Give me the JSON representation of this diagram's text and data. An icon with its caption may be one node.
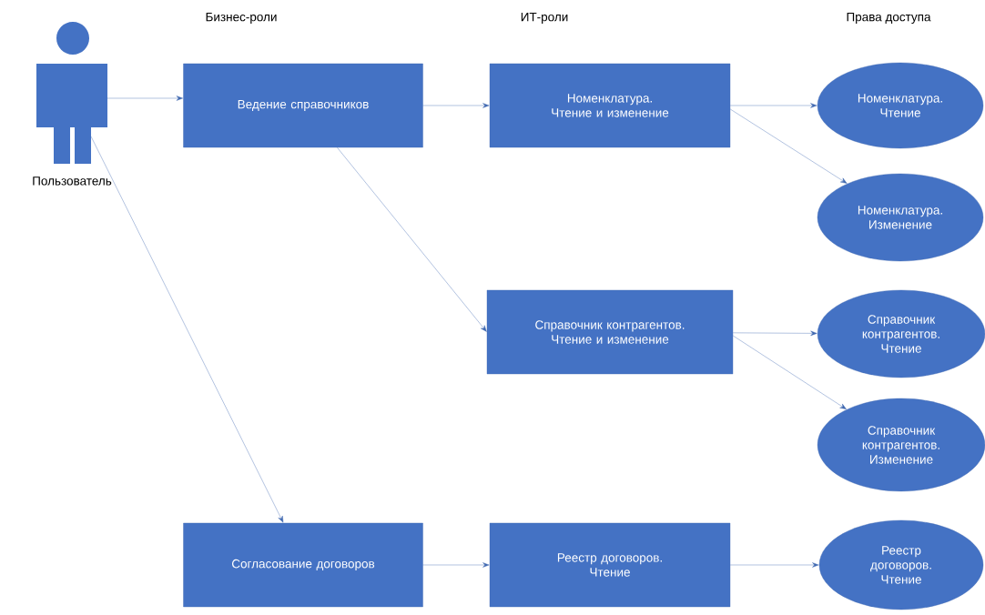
{
  "diagram": {
    "nodes": [
      {
        "text": [
          "Пользователь"
        ]
      },
      {
        "text": [
          "Ведение справочников"
        ]
      },
      {
        "text": [
          "Согласование договоров"
        ]
      },
      {
        "text": [
          "Номенклатура. Чтение и изменение"
        ]
      },
      {
        "text": [
          "Справочник контрагентов. Чтение и изменение"
        ]
      },
      {
        "text": [
          "Реестр договоров. Чтение"
        ]
      },
      {
        "text": [
          "Номенклатура. Чтение"
        ]
      },
      {
        "text": [
          "Номенклатура. Изменение"
        ]
      },
      {
        "text": [
          "Справочник контрагентов. Чтение"
        ]
      },
      {
        "text": [
          "Справочник контрагентов. Изменение"
        ]
      },
      {
        "text": [
          "Реестр договоров. Чтение"
        ]
      }
    ],
    "edges": [
      {
        "from": 0,
        "to": 1,
        "arrow": "to"
      },
      {
        "from": 0,
        "to": 2,
        "arrow": "to"
      },
      {
        "from": 1,
        "to": 3,
        "arrow": "to"
      },
      {
        "from": 1,
        "to": 4,
        "arrow": "to"
      },
      {
        "from": 3,
        "to": 6,
        "arrow": "to"
      },
      {
        "from": 3,
        "to": 7,
        "arrow": "to"
      },
      {
        "from": 4,
        "to": 8,
        "arrow": "to"
      },
      {
        "from": 4,
        "to": 9,
        "arrow": "to"
      },
      {
        "from": 2,
        "to": 5,
        "arrow": "to"
      },
      {
        "from": 5,
        "to": 10,
        "arrow": "to"
      }
    ],
    "labels": [
      "Бизнес-роли",
      "ИТ-роли",
      "Права доступа"
    ]
  }
}
